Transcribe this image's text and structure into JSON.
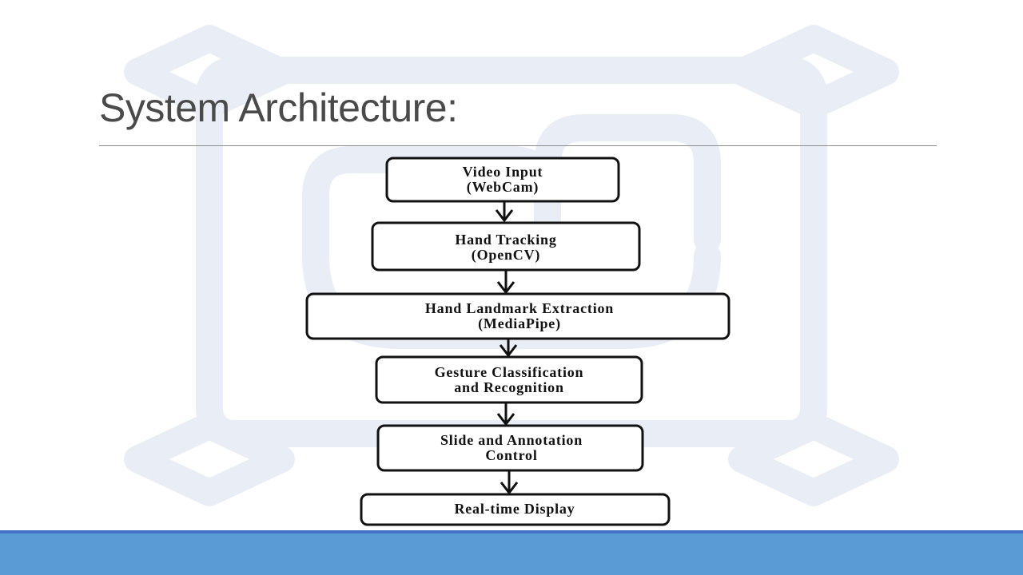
{
  "slide": {
    "title": "System Architecture:"
  },
  "diagram": {
    "nodes": [
      {
        "id": "video-input",
        "lines": [
          "Video Input",
          "(WebCam)"
        ]
      },
      {
        "id": "hand-tracking",
        "lines": [
          "Hand Tracking",
          "(OpenCV)"
        ]
      },
      {
        "id": "hand-landmark-extraction",
        "lines": [
          "Hand Landmark Extraction",
          "(MediaPipe)"
        ]
      },
      {
        "id": "gesture-classification",
        "lines": [
          "Gesture Classification",
          "and Recognition"
        ]
      },
      {
        "id": "slide-annotation-control",
        "lines": [
          "Slide and Annotation",
          "Control"
        ]
      },
      {
        "id": "real-time-display",
        "lines": [
          "Real-time Display"
        ]
      }
    ],
    "edges": [
      {
        "from": "video-input",
        "to": "hand-tracking"
      },
      {
        "from": "hand-tracking",
        "to": "hand-landmark-extraction"
      },
      {
        "from": "hand-landmark-extraction",
        "to": "gesture-classification"
      },
      {
        "from": "gesture-classification",
        "to": "slide-annotation-control"
      },
      {
        "from": "slide-annotation-control",
        "to": "real-time-display"
      }
    ]
  },
  "colors": {
    "watermark": "#e9eef6",
    "footer": "#5b9bd5",
    "footer_edge": "#4472c4",
    "title": "#4a4a4a"
  }
}
